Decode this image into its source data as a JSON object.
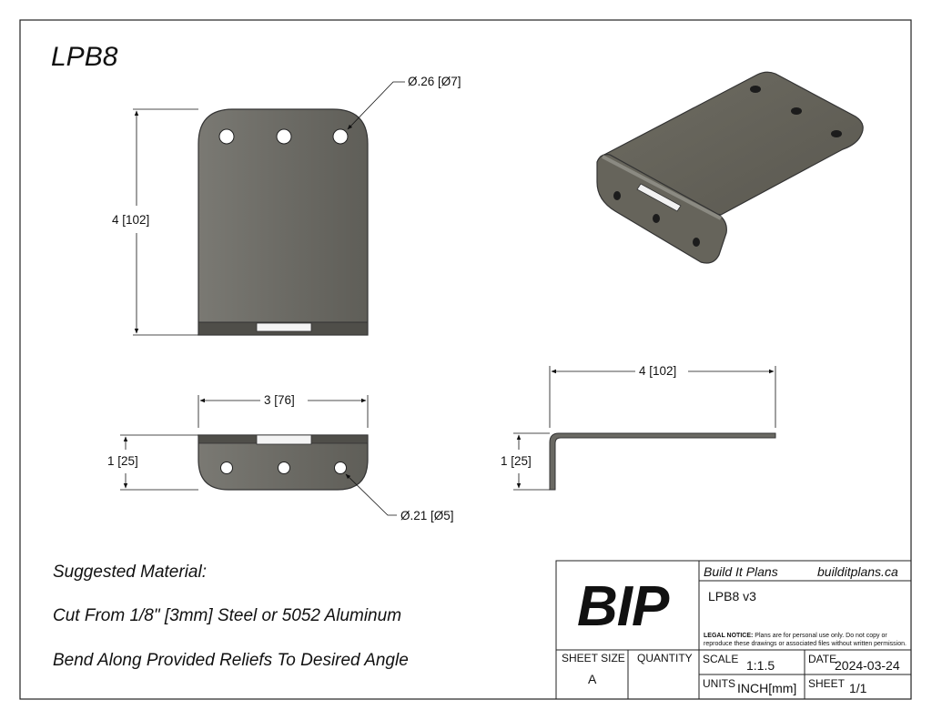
{
  "drawing": {
    "title": "LPB8",
    "dimensions": {
      "hole_large": "Ø.26 [Ø7]",
      "height": "4 [102]",
      "width": "3 [76]",
      "flange_front": "1 [25]",
      "hole_small": "Ø.21 [Ø5]",
      "side_length": "4 [102]",
      "flange_side": "1 [25]"
    }
  },
  "notes": {
    "line1": "Suggested Material:",
    "line2": "Cut From 1/8\" [3mm] Steel or 5052 Aluminum",
    "line3": "Bend Along Provided Reliefs To Desired Angle"
  },
  "title_block": {
    "logo": "BIP",
    "company": "Build It Plans",
    "website": "builditplans.ca",
    "part": "LPB8 v3",
    "legal_label": "LEGAL NOTICE:",
    "legal_text": "Plans are for personal use only. Do not copy or reproduce these drawings or associated files without written permission.",
    "sheet_size_label": "SHEET SIZE",
    "sheet_size": "A",
    "quantity_label": "QUANTITY",
    "quantity": "",
    "scale_label": "SCALE",
    "scale": "1:1.5",
    "date_label": "DATE",
    "date": "2024-03-24",
    "units_label": "UNITS",
    "units": "INCH[mm]",
    "sheet_label": "SHEET",
    "sheet": "1/1"
  },
  "colors": {
    "metal_face": "#6f6e68",
    "metal_dark": "#4d4c47",
    "line": "#111111"
  }
}
